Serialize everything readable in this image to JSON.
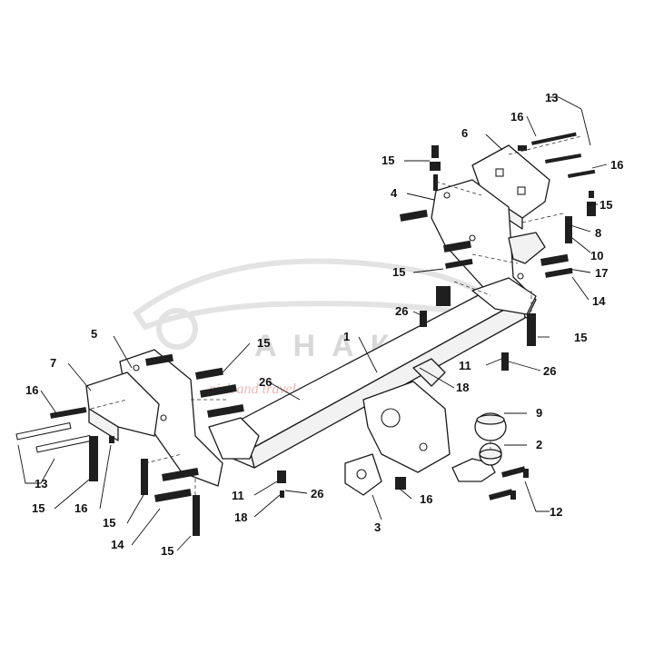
{
  "diagram": {
    "watermark": {
      "text": "АНАКА",
      "subtext": "pick and travel"
    },
    "callouts": [
      {
        "id": "c1",
        "label": "1"
      },
      {
        "id": "c2",
        "label": "2"
      },
      {
        "id": "c3",
        "label": "3"
      },
      {
        "id": "c4",
        "label": "4"
      },
      {
        "id": "c5",
        "label": "5"
      },
      {
        "id": "c6",
        "label": "6"
      },
      {
        "id": "c7",
        "label": "7"
      },
      {
        "id": "c8",
        "label": "8"
      },
      {
        "id": "c9",
        "label": "9"
      },
      {
        "id": "c10",
        "label": "10"
      },
      {
        "id": "c11a",
        "label": "11"
      },
      {
        "id": "c11b",
        "label": "11"
      },
      {
        "id": "c12",
        "label": "12"
      },
      {
        "id": "c13a",
        "label": "13"
      },
      {
        "id": "c13b",
        "label": "13"
      },
      {
        "id": "c14a",
        "label": "14"
      },
      {
        "id": "c14b",
        "label": "14"
      },
      {
        "id": "c15a",
        "label": "15"
      },
      {
        "id": "c15b",
        "label": "15"
      },
      {
        "id": "c15c",
        "label": "15"
      },
      {
        "id": "c15d",
        "label": "15"
      },
      {
        "id": "c15e",
        "label": "15"
      },
      {
        "id": "c15f",
        "label": "15"
      },
      {
        "id": "c15g",
        "label": "15"
      },
      {
        "id": "c15h",
        "label": "15"
      },
      {
        "id": "c16a",
        "label": "16"
      },
      {
        "id": "c16b",
        "label": "16"
      },
      {
        "id": "c16c",
        "label": "16"
      },
      {
        "id": "c16d",
        "label": "16"
      },
      {
        "id": "c16e",
        "label": "16"
      },
      {
        "id": "c17",
        "label": "17"
      },
      {
        "id": "c18a",
        "label": "18"
      },
      {
        "id": "c18b",
        "label": "18"
      },
      {
        "id": "c26a",
        "label": "26"
      },
      {
        "id": "c26b",
        "label": "26"
      },
      {
        "id": "c26c",
        "label": "26"
      },
      {
        "id": "c26d",
        "label": "26"
      }
    ]
  }
}
